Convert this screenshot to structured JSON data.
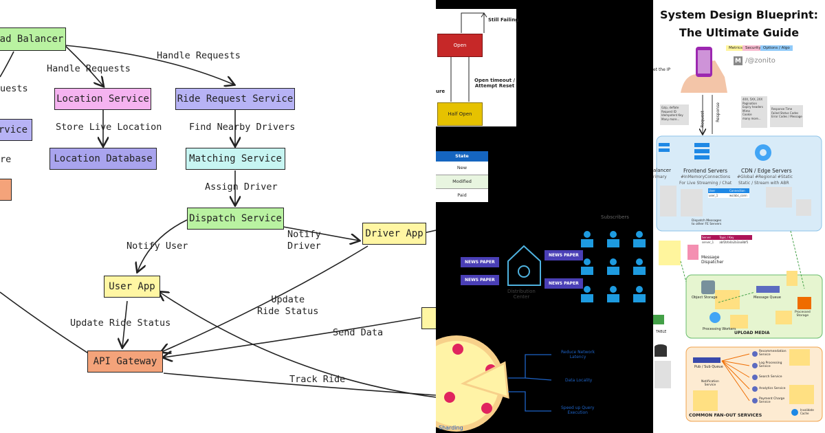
{
  "ride_panel": {
    "nodes": {
      "load_balancer": "ad Balancer",
      "location_service": "Location Service",
      "ride_request_service": "Ride Request Service",
      "location_database": "Location Database",
      "matching_service": "Matching Service",
      "dispatch_service": "Dispatch Service",
      "driver_app": "Driver App",
      "user_app": "User App",
      "api_gateway": "API Gateway",
      "left_service": "ervice"
    },
    "edge_labels": {
      "handle_requests_1": "Handle Requests",
      "handle_requests_2": "Handle Requests",
      "requests_cut": "uests",
      "store_live_location": "Store Live Location",
      "find_nearby_drivers": "Find Nearby Drivers",
      "assign_driver": "Assign Driver",
      "notify_user": "Notify User",
      "notify_driver": "Notify\nDriver",
      "update_ride_status_1": "Update\nRide Status",
      "update_ride_status_2": "Update Ride Status",
      "send_data": "Send Data",
      "track_ride": "Track Ride",
      "re_cut": "re"
    },
    "colors": {
      "green": "#b9f2a1",
      "pink": "#f5b3f0",
      "lavender": "#b7b3f5",
      "lavender_db": "#a9a4ee",
      "cyan": "#c7f5f2",
      "yellow": "#fff6a3",
      "orange": "#f4a37a"
    }
  },
  "middle_panel": {
    "circuit_breaker": {
      "open": "Open",
      "half_open": "Half Open",
      "still_failing": "Still Failing",
      "open_timeout": "Open timeout /\nAttempt Reset",
      "ure": "ure"
    },
    "state_table": {
      "header": "State",
      "rows": [
        "New",
        "Modified",
        "Paid"
      ]
    },
    "pubsub": {
      "subscribers": "Subscribers",
      "news_paper": "NEWS PAPER",
      "distribution": "Distribution\nCenter"
    },
    "sharding": {
      "title": "Sharding",
      "benefits": [
        "Reduce Network\nLatency",
        "Data Locality",
        "Speed up Query\nExecution"
      ]
    }
  },
  "blueprint_panel": {
    "title_line1": "System Design Blueprint:",
    "title_line2": "The Ultimate Guide",
    "legend": [
      "Metrics",
      "Security",
      "Options / Algo"
    ],
    "author": "/@zonito",
    "author_logo": "M",
    "request": "Request",
    "response": "Response",
    "get_ip": "et the IP",
    "request_notes": [
      "Gzip, deflate",
      "Request ID",
      "Idempotent Key",
      "Many more..."
    ],
    "response_notes": [
      "4XX, 5XX, 2XX",
      "Pagination",
      "Expiry headers",
      "Mime",
      "Cookie",
      "many more..."
    ],
    "response_metrics": [
      "Response Time",
      "Failed Status Codes",
      "Error Codes / Message"
    ],
    "balancer": "alancer",
    "primary": "rimary",
    "frontend_servers": "Frontend Servers",
    "frontend_tags": "#InMemoryConnections",
    "frontend_sub": "For Live Streaming / Chat",
    "cdn": "CDN / Edge Servers",
    "cdn_tags": "#Global #Regional #Static",
    "cdn_sub": "Static / Stream with ABR",
    "user_conn_header": [
      "User",
      "Connection"
    ],
    "user_conn_row": [
      "user_1",
      "ws/abc_conn"
    ],
    "dispatch_messages": "Dispatch Messages\nto other FE Servers",
    "message_dispatcher": "Message\nDispatcher",
    "server_tbl_header": [
      "Server",
      "Topic / Key"
    ],
    "server_tbl_row": [
      "server_1",
      "abf2bfa0a2b3aa8bf5"
    ],
    "upload_media": "UPLOAD MEDIA",
    "object_storage": "Object Storage",
    "message_queue": "Message Queue",
    "processing_workers": "Processing Workers",
    "processed_storage": "Processed\nStorage",
    "table": "TABLE",
    "pub_sub_queue": "Pub / Sub Queue",
    "notification_service": "Notification\nService",
    "fanout_services": [
      "Recommendation\nService",
      "Log Processing\nService",
      "Search Service",
      "Analytics Service",
      "Payment Charge\nService",
      "Invalidate\nCache"
    ],
    "common_fanout": "COMMON FAN-OUT SERVICES"
  }
}
